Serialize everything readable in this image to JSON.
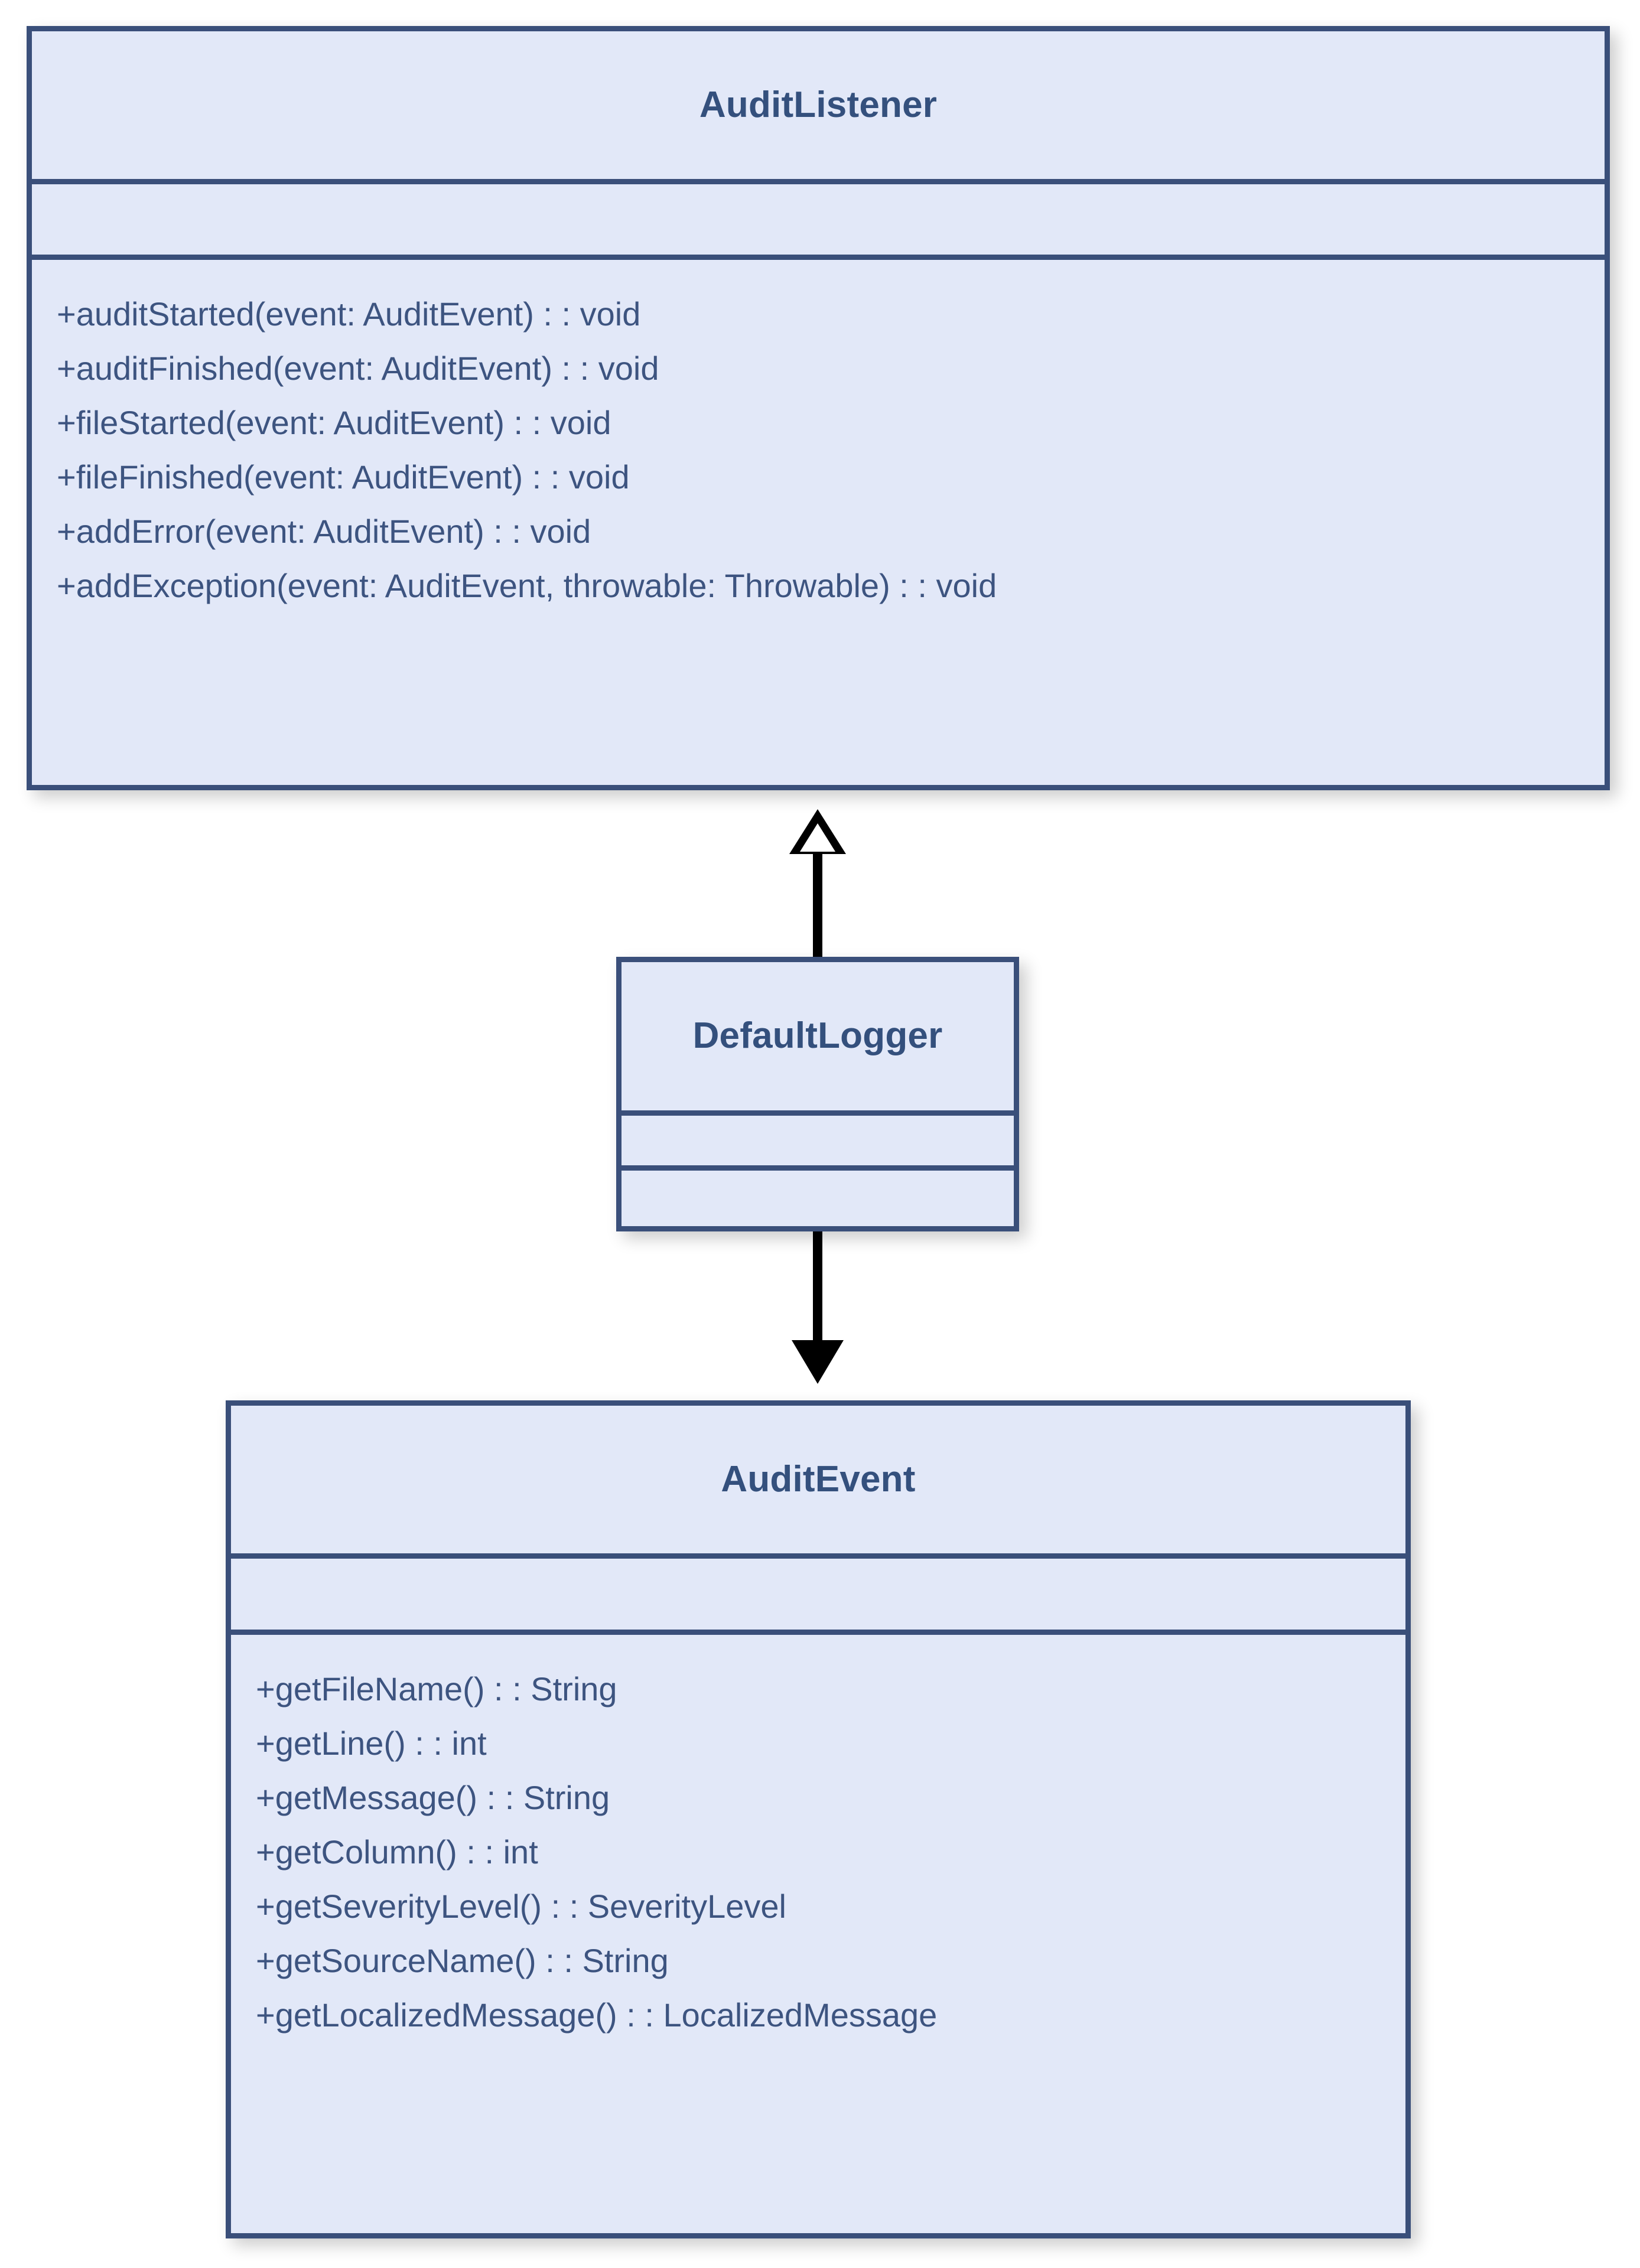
{
  "diagram": {
    "type": "uml-class-diagram",
    "background_color": "#ffffff",
    "box_fill_color": "#e2e8f8",
    "box_border_color": "#3a4f7a",
    "title_text_color": "#34507d",
    "member_text_color": "#3d5480",
    "connector_color": "#000000"
  },
  "classes": [
    {
      "id": "audit-listener",
      "name": "AuditListener",
      "attributes": [],
      "methods": [
        "+auditStarted(event: AuditEvent) : : void",
        "+auditFinished(event: AuditEvent) : : void",
        "+fileStarted(event: AuditEvent) : : void",
        "+fileFinished(event: AuditEvent) : : void",
        "+addError(event: AuditEvent) : : void",
        "+addException(event: AuditEvent, throwable: Throwable) : : void"
      ]
    },
    {
      "id": "default-logger",
      "name": "DefaultLogger",
      "attributes": [],
      "methods": []
    },
    {
      "id": "audit-event",
      "name": "AuditEvent",
      "attributes": [],
      "methods": [
        "+getFileName() : : String",
        "+getLine() : : int",
        "+getMessage() : : String",
        "+getColumn() : : int",
        "+getSeverityLevel() : : SeverityLevel",
        "+getSourceName() : : String",
        "+getLocalizedMessage() : : LocalizedMessage"
      ]
    }
  ],
  "relationships": [
    {
      "id": "generalization-defaultlogger-auditlistener",
      "kind": "generalization",
      "arrowhead": "hollow-triangle",
      "from": "DefaultLogger",
      "to": "AuditListener",
      "direction": "up"
    },
    {
      "id": "association-defaultlogger-auditevent",
      "kind": "association",
      "arrowhead": "solid-filled",
      "from": "DefaultLogger",
      "to": "AuditEvent",
      "direction": "down"
    }
  ]
}
